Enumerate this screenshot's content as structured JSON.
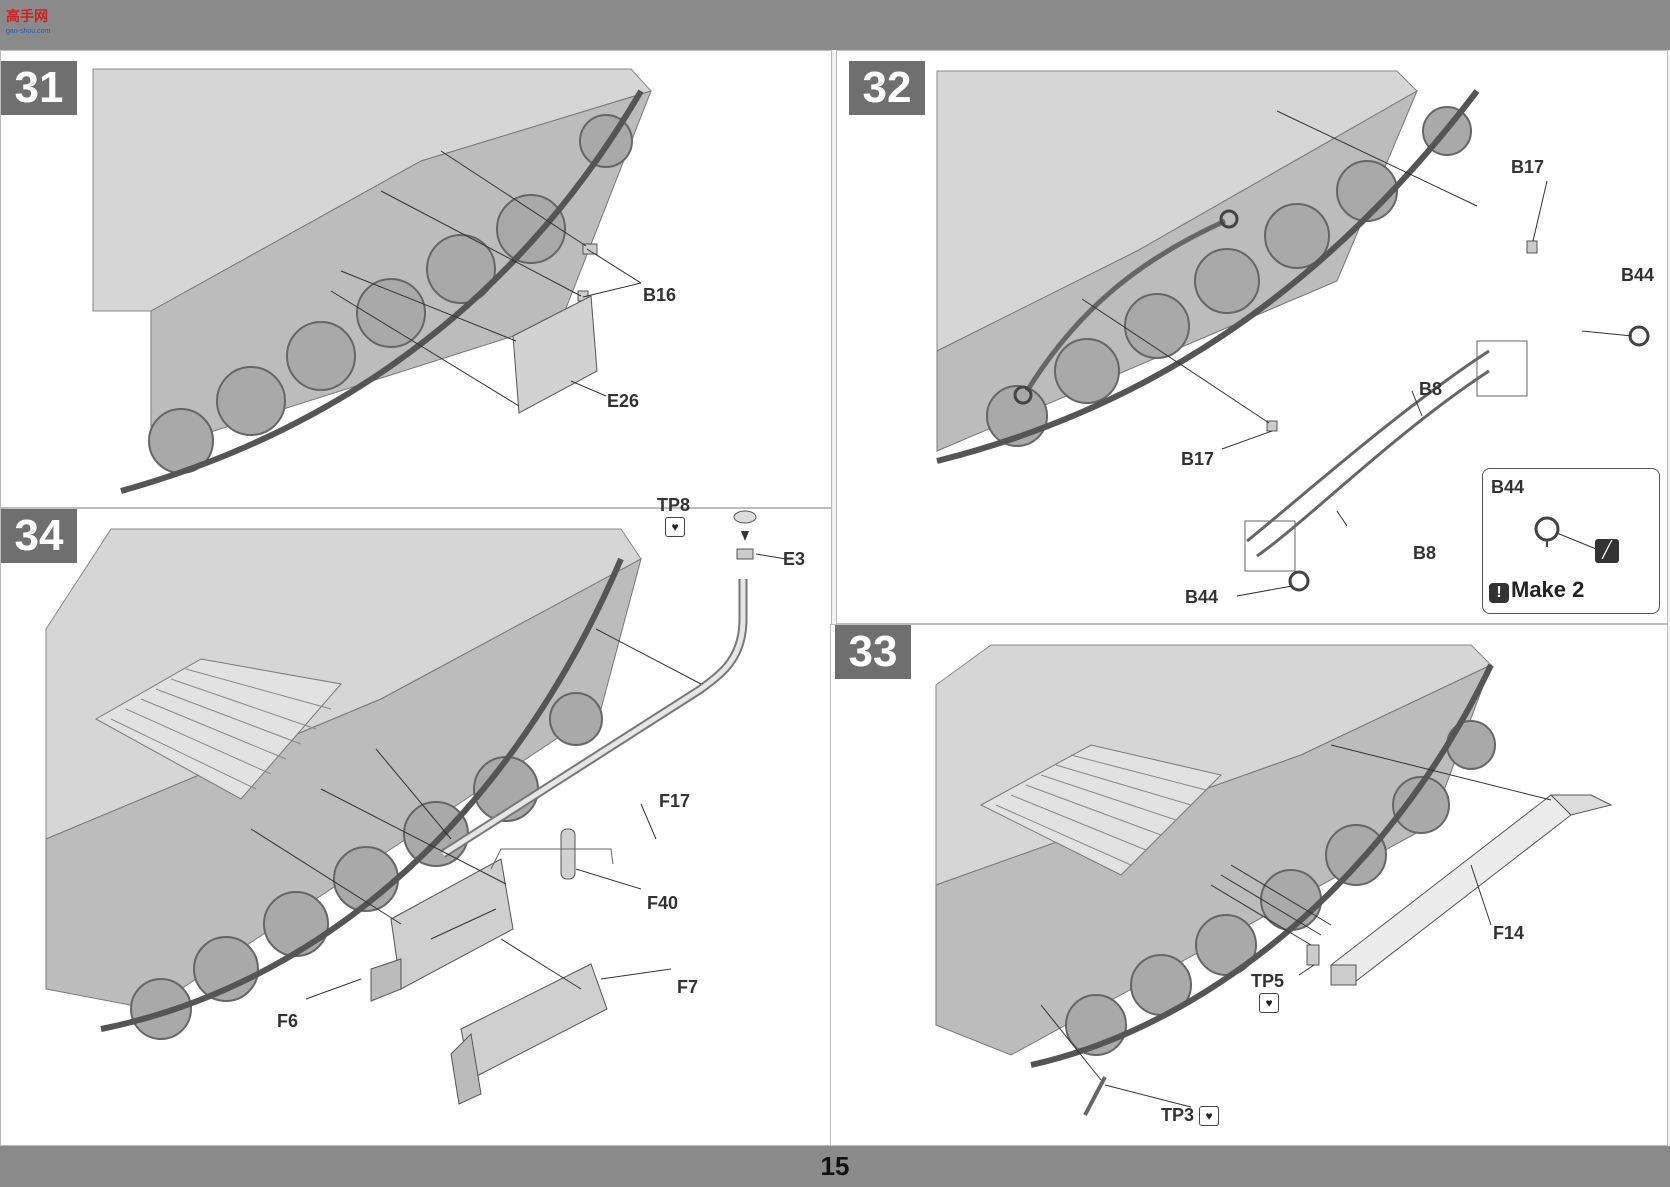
{
  "header": {
    "logo_text": "高手网",
    "logo_sub": "gao-shou.com"
  },
  "page_number": "15",
  "steps": [
    {
      "number": "31",
      "labels": {
        "b16": "B16",
        "e26": "E26"
      }
    },
    {
      "number": "32",
      "labels": {
        "b17_top": "B17",
        "b17_bottom": "B17",
        "b44_top": "B44",
        "b44_bottom": "B44",
        "b8_top": "B8",
        "b8_bottom": "B8"
      }
    },
    {
      "number": "33",
      "labels": {
        "f14": "F14",
        "tp5": "TP5",
        "tp3": "TP3"
      }
    },
    {
      "number": "34",
      "labels": {
        "tp8": "TP8",
        "e3": "E3",
        "f17": "F17",
        "f40": "F40",
        "f7": "F7",
        "f6": "F6"
      }
    }
  ],
  "inset": {
    "part": "B44",
    "note": "Make 2",
    "warn_icon": "exclamation-icon"
  },
  "icons": {
    "glue": "heart-glue-icon",
    "paint": "paint-brush-icon"
  },
  "colors": {
    "bar": "#8a8a8a",
    "step_badge": "#6f6f6f",
    "hull": "#c9c9c9"
  }
}
